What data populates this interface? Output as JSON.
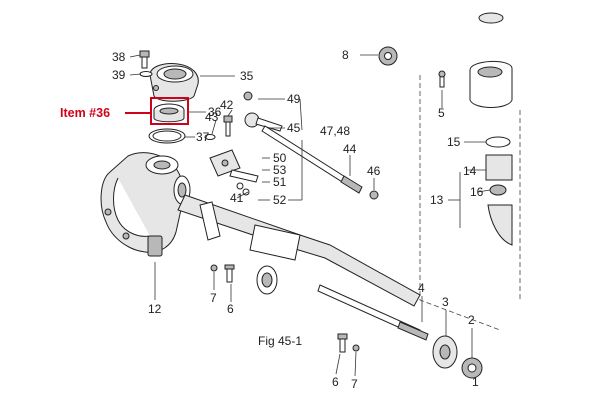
{
  "figure": {
    "caption": "Fig 45-1",
    "highlight": {
      "label": "Item #36",
      "color": "#d0021b"
    },
    "part_numbers": {
      "n1": "1",
      "n2": "2",
      "n3": "3",
      "n4": "4",
      "n5": "5",
      "n6a": "6",
      "n6b": "6",
      "n7a": "7",
      "n7b": "7",
      "n8": "8",
      "n12": "12",
      "n13": "13",
      "n14": "14",
      "n15": "15",
      "n16": "16",
      "n35": "35",
      "n36": "36",
      "n37": "37",
      "n38": "38",
      "n39": "39",
      "n41": "41",
      "n42": "42",
      "n43": "43",
      "n44": "44",
      "n45": "45",
      "n46": "46",
      "n47_48": "47,48",
      "n49": "49",
      "n50": "50",
      "n51": "51",
      "n52": "52",
      "n53": "53"
    }
  }
}
